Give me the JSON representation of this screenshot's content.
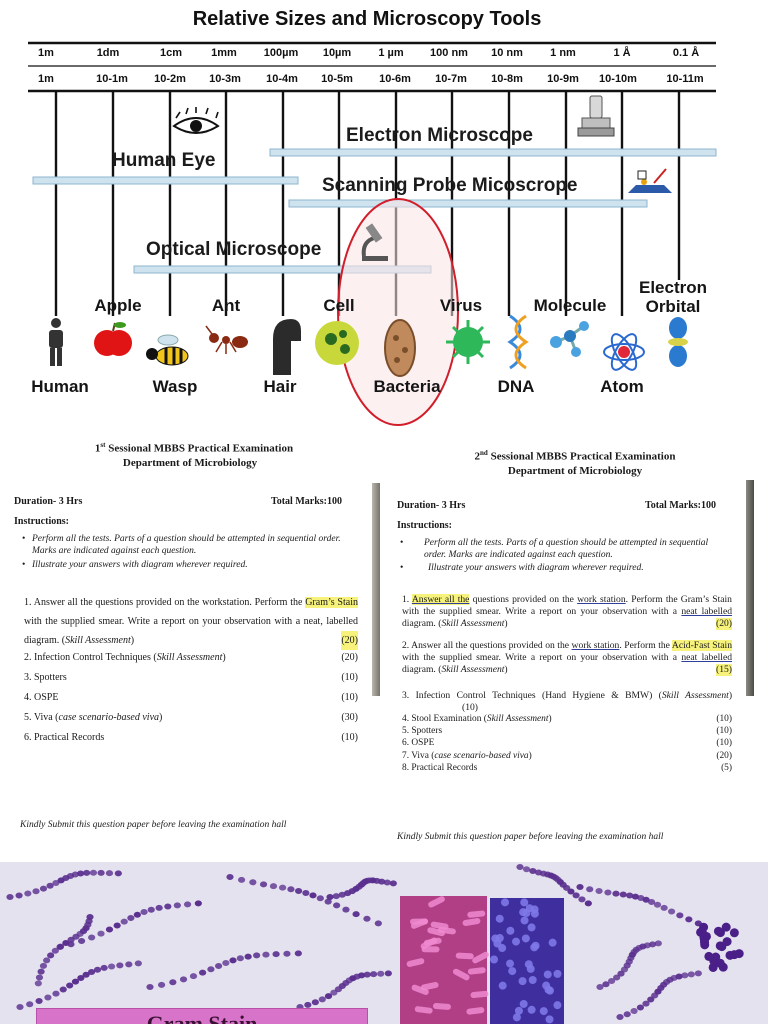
{
  "chart": {
    "title": "Relative Sizes and Microscopy Tools",
    "units_row1": [
      "1m",
      "1dm",
      "1cm",
      "1mm",
      "100µm",
      "10µm",
      "1 µm",
      "100 nm",
      "10 nm",
      "1 nm",
      "1 Å",
      "0.1 Å"
    ],
    "units_row2": [
      "1m",
      "10-1m",
      "10-2m",
      "10-3m",
      "10-4m",
      "10-5m",
      "10-6m",
      "10-7m",
      "10-8m",
      "10-9m",
      "10-10m",
      "10-11m"
    ],
    "tools": {
      "electron": "Electron Microscope",
      "eye": "Human Eye",
      "probe": "Scanning Probe Micoscrope",
      "optical": "Optical Microscope"
    },
    "objects": {
      "apple": "Apple",
      "ant": "Ant",
      "cell": "Cell",
      "virus": "Virus",
      "molecule": "Molecule",
      "orbital": "Electron Orbital",
      "human": "Human",
      "wasp": "Wasp",
      "hair": "Hair",
      "bacteria": "Bacteria",
      "dna": "DNA",
      "atom": "Atom"
    },
    "colors": {
      "bar": "#cfe3ef",
      "bar_border": "#8fb5cf",
      "circle": "#d11e2b",
      "circle_fill": "#fbe3e5"
    }
  },
  "paper1": {
    "sup": "st",
    "title_a": "1",
    "title_b": " Sessional MBBS Practical Examination",
    "dept": "Department of Microbiology",
    "duration": "Duration- 3 Hrs",
    "total": "Total Marks:100",
    "instructions": "Instructions:",
    "bullets": [
      "Perform all the tests. Parts of a question should be attempted in sequential order. Marks are indicated against each question.",
      "Illustrate your answers with diagram wherever required."
    ],
    "q1_a": "1. Answer all the questions provided on the workstation. Perform the ",
    "q1_hl": "Gram’s Stain",
    "q1_b": " with the supplied smear. Write a report on your observation with a neat, labelled diagram. (",
    "q1_skill": "Skill Assessment",
    "q1_c": ")",
    "q1_marks": "(20)",
    "questions": [
      {
        "a": "2.  Infection Control Techniques (",
        "i": "Skill Assessment",
        "b": ")",
        "m": "(20)"
      },
      {
        "a": "3. Spotters",
        "i": "",
        "b": "",
        "m": "(10)"
      },
      {
        "a": "4. OSPE",
        "i": "",
        "b": "",
        "m": "(10)"
      },
      {
        "a": "5. Viva (",
        "i": "case scenario-based viva",
        "b": ")",
        "m": "(30)"
      },
      {
        "a": "6. Practical Records",
        "i": "",
        "b": "",
        "m": "(10)"
      }
    ],
    "footer": "Kindly Submit this question paper before leaving the examination hall"
  },
  "paper2": {
    "sup": "nd",
    "title_a": "2",
    "title_b": " Sessional MBBS Practical Examination",
    "dept": "Department of Microbiology",
    "duration": "Duration- 3 Hrs",
    "total": "Total Marks:100",
    "instructions": "Instructions:",
    "bullets": [
      "Perform all the tests. Parts of a question should be attempted in sequential order. Marks are indicated against each question.",
      "Illustrate your answers with diagram wherever required."
    ],
    "q1_num": "1. ",
    "q1_hl": "Answer all the",
    "q1_a": " questions provided on the ",
    "q1_ul": "work station",
    "q1_b": ". Perform the Gram’s Stain with the supplied smear. Write a report on your observation with a ",
    "q1_ul2": "neat labelled",
    "q1_c": " diagram. (",
    "q1_skill": "Skill Assessment",
    "q1_d": ")",
    "q1_marks": "(20)",
    "q2_a": "2. Answer all the questions provided on the ",
    "q2_ul": "work station",
    "q2_b": ". Perform the ",
    "q2_hl": "Acid-Fast Stain",
    "q2_c": " with the supplied smear. Write a report on your observation with a ",
    "q2_ul2": "neat labelled",
    "q2_d": " diagram. (",
    "q2_skill": "Skill Assessment",
    "q2_e": ")",
    "q2_marks": "(15)",
    "q3_a": "3. Infection Control Techniques (Hand Hygiene & BMW) (",
    "q3_skill": "Skill Assessment",
    "q3_b": ")",
    "q3_marks": "(10)",
    "questions": [
      {
        "a": "4.  Stool Examination (",
        "i": "Skill Assessment",
        "b": ")",
        "m": "(10)"
      },
      {
        "a": "5. Spotters",
        "i": "",
        "b": "",
        "m": "(10)"
      },
      {
        "a": "6. OSPE",
        "i": "",
        "b": "",
        "m": "(10)"
      },
      {
        "a": "7. Viva (",
        "i": "case scenario-based viva",
        "b": ")",
        "m": "(20)"
      },
      {
        "a": "8. Practical Records",
        "i": "",
        "b": "",
        "m": "(5)"
      }
    ],
    "footer": "Kindly Submit this question paper before leaving the examination hall"
  },
  "micro": {
    "banner": "Gram Stain",
    "colors": {
      "bg": "#e4e2ee",
      "cocci": "#5a2f8f",
      "banner": "#d774c9"
    }
  }
}
